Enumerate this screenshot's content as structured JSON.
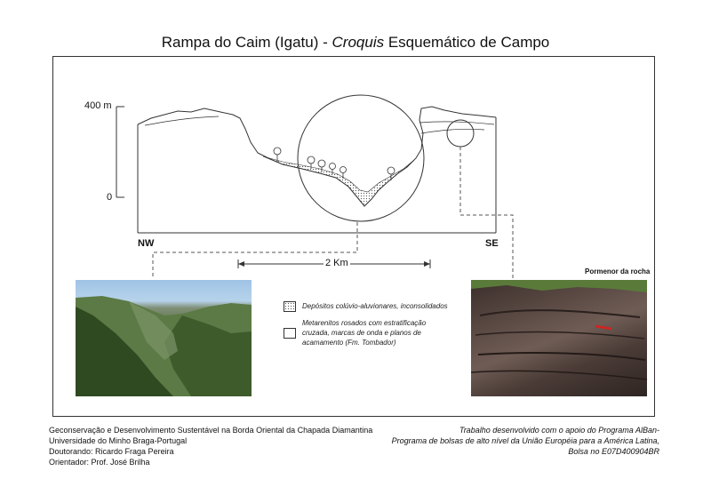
{
  "title": {
    "main": "Rampa do Caim (Igatu) - ",
    "italic": "Croquis",
    "rest": " Esquemático de Campo"
  },
  "sketch": {
    "elevation_top": "400 m",
    "elevation_zero": "0",
    "direction_left": "NW",
    "direction_right": "SE",
    "scale_label": "2 Km"
  },
  "detail_label": "Pormenor da rocha",
  "legend": {
    "colluvial": "Depósitos colúvio-aluvionares, inconsolidados",
    "metarenite_line1": "Metarenitos rosados com estratificação",
    "metarenite_line2": "cruzada, marcas de onda e planos de",
    "metarenite_line3": "acamamento (Fm. Tombador)"
  },
  "footer_left": {
    "line1": "Geconservação e Desenvolvimento Sustentável na Borda Oriental da Chapada Diamantina",
    "line2": "Universidade do Minho Braga-Portugal",
    "line3": "Doutorando: Ricardo Fraga Pereira",
    "line4": "Orientador: Prof. José Brilha"
  },
  "footer_right": {
    "line1": "Trabalho desenvolvido com o apoio do Programa AlBan-",
    "line2": "Programa de bolsas de alto nível da União Européia para a América Latina,",
    "line3": "Bolsa no E07D400904BR"
  },
  "colors": {
    "line": "#333333",
    "accent_red": "#d62020"
  }
}
